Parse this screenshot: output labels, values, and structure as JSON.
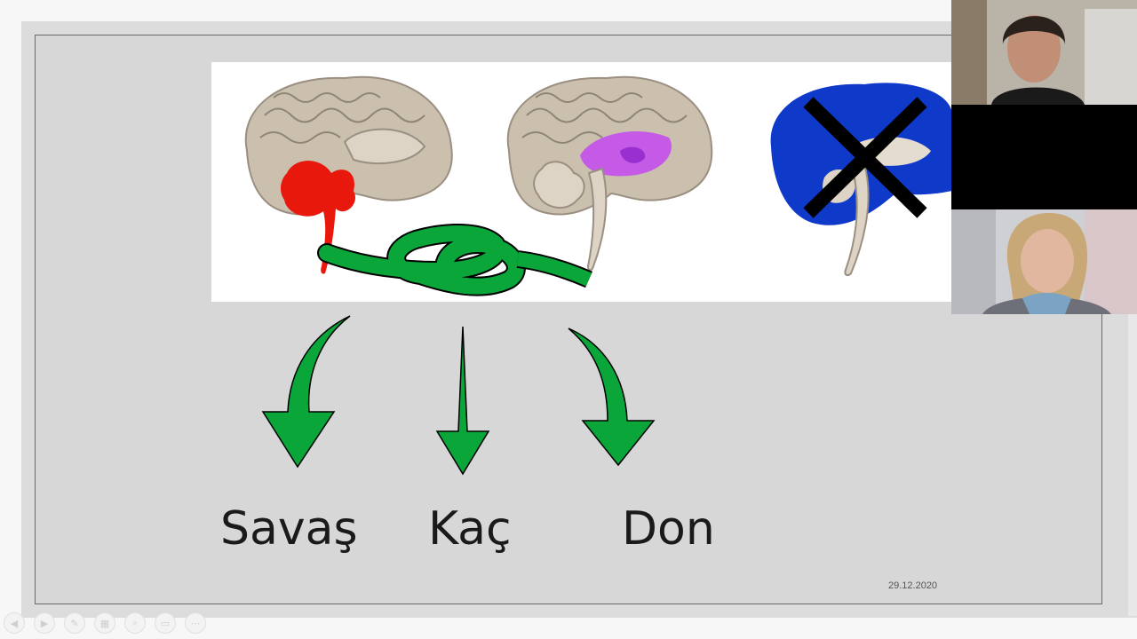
{
  "slide": {
    "labels": [
      "Savaş",
      "Kaç",
      "Don"
    ],
    "date": "29.12.2020"
  },
  "toolbar": {
    "buttons": [
      "previous-slide",
      "next-slide",
      "pen",
      "slides-overview",
      "zoom",
      "subtitles",
      "more-options"
    ]
  },
  "colors": {
    "arrow_green": "#0aa63a",
    "amygdala_red": "#e8180c",
    "limbic_purple": "#c45ae6",
    "cortex_blue": "#0f39c8",
    "brain_beige": "#cbbfae"
  }
}
